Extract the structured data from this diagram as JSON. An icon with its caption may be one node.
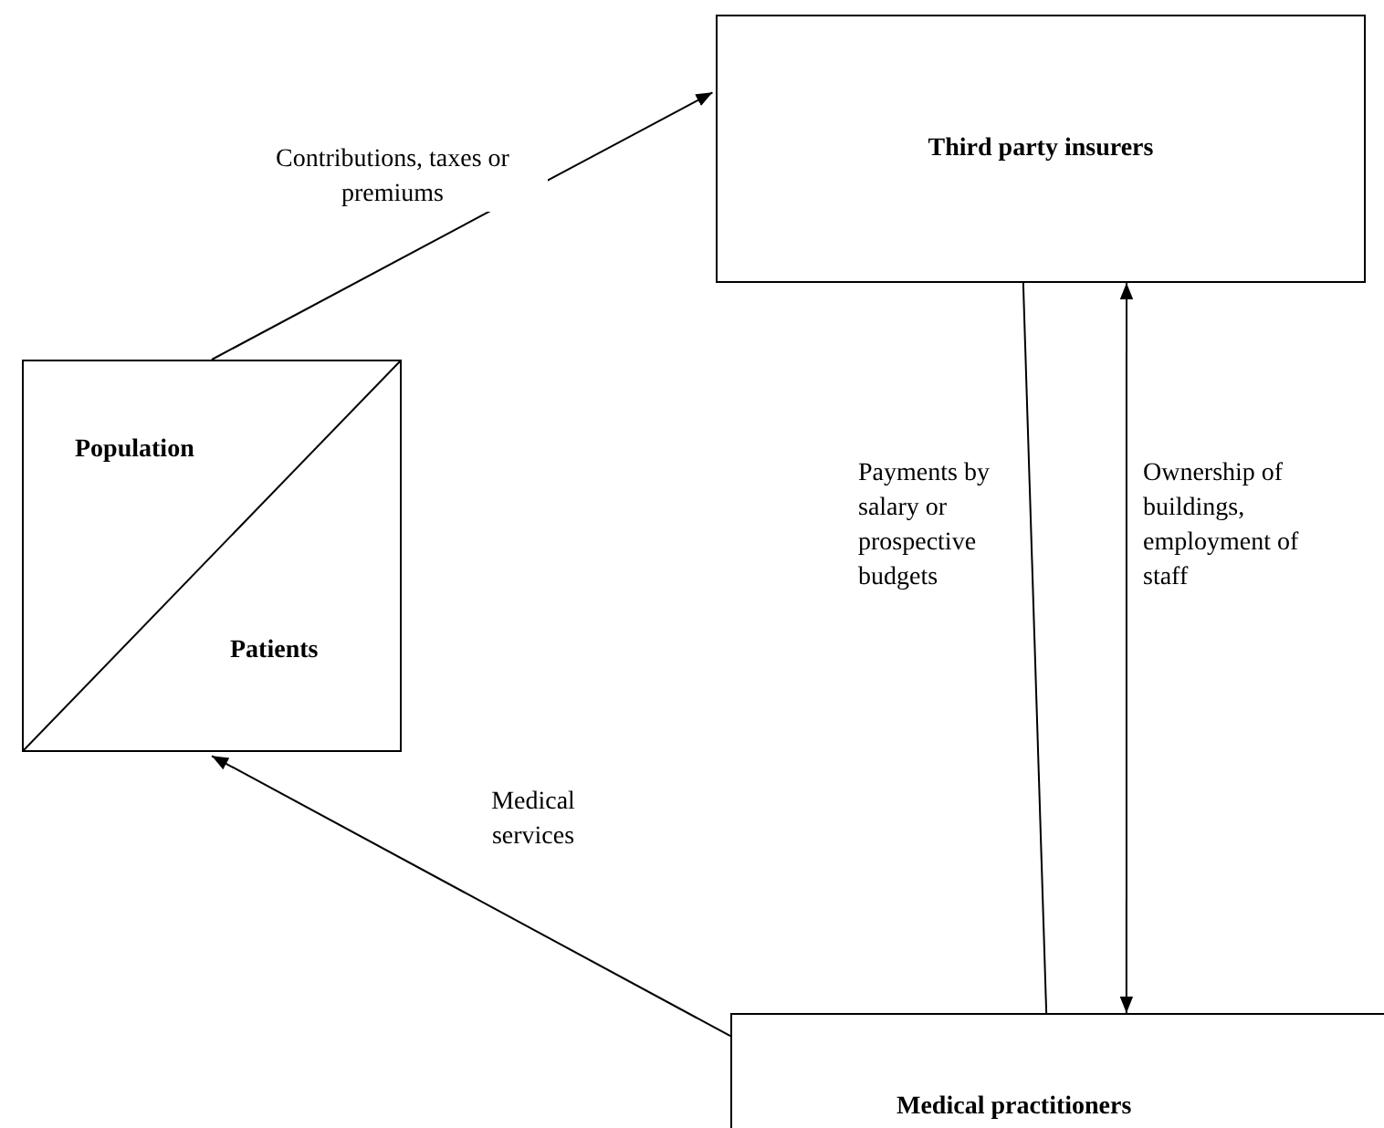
{
  "diagram": {
    "nodes": [
      {
        "text": [
          "Population",
          "Patients"
        ]
      },
      {
        "text": [
          "Third party insurers"
        ]
      },
      {
        "text": [
          "Medical practitioners"
        ]
      }
    ],
    "edges": [
      {
        "from": 0,
        "to": 1,
        "arrow": "to",
        "label": "Contributions, taxes or premiums"
      },
      {
        "from": 1,
        "to": 2,
        "arrow": "to",
        "label": "Payments by salary or prospective budgets"
      },
      {
        "from": 2,
        "to": 1,
        "arrow": "both",
        "label": "Ownership of buildings, employment of staff"
      },
      {
        "from": 2,
        "to": 0,
        "arrow": "to",
        "label": "Medical services"
      }
    ]
  }
}
